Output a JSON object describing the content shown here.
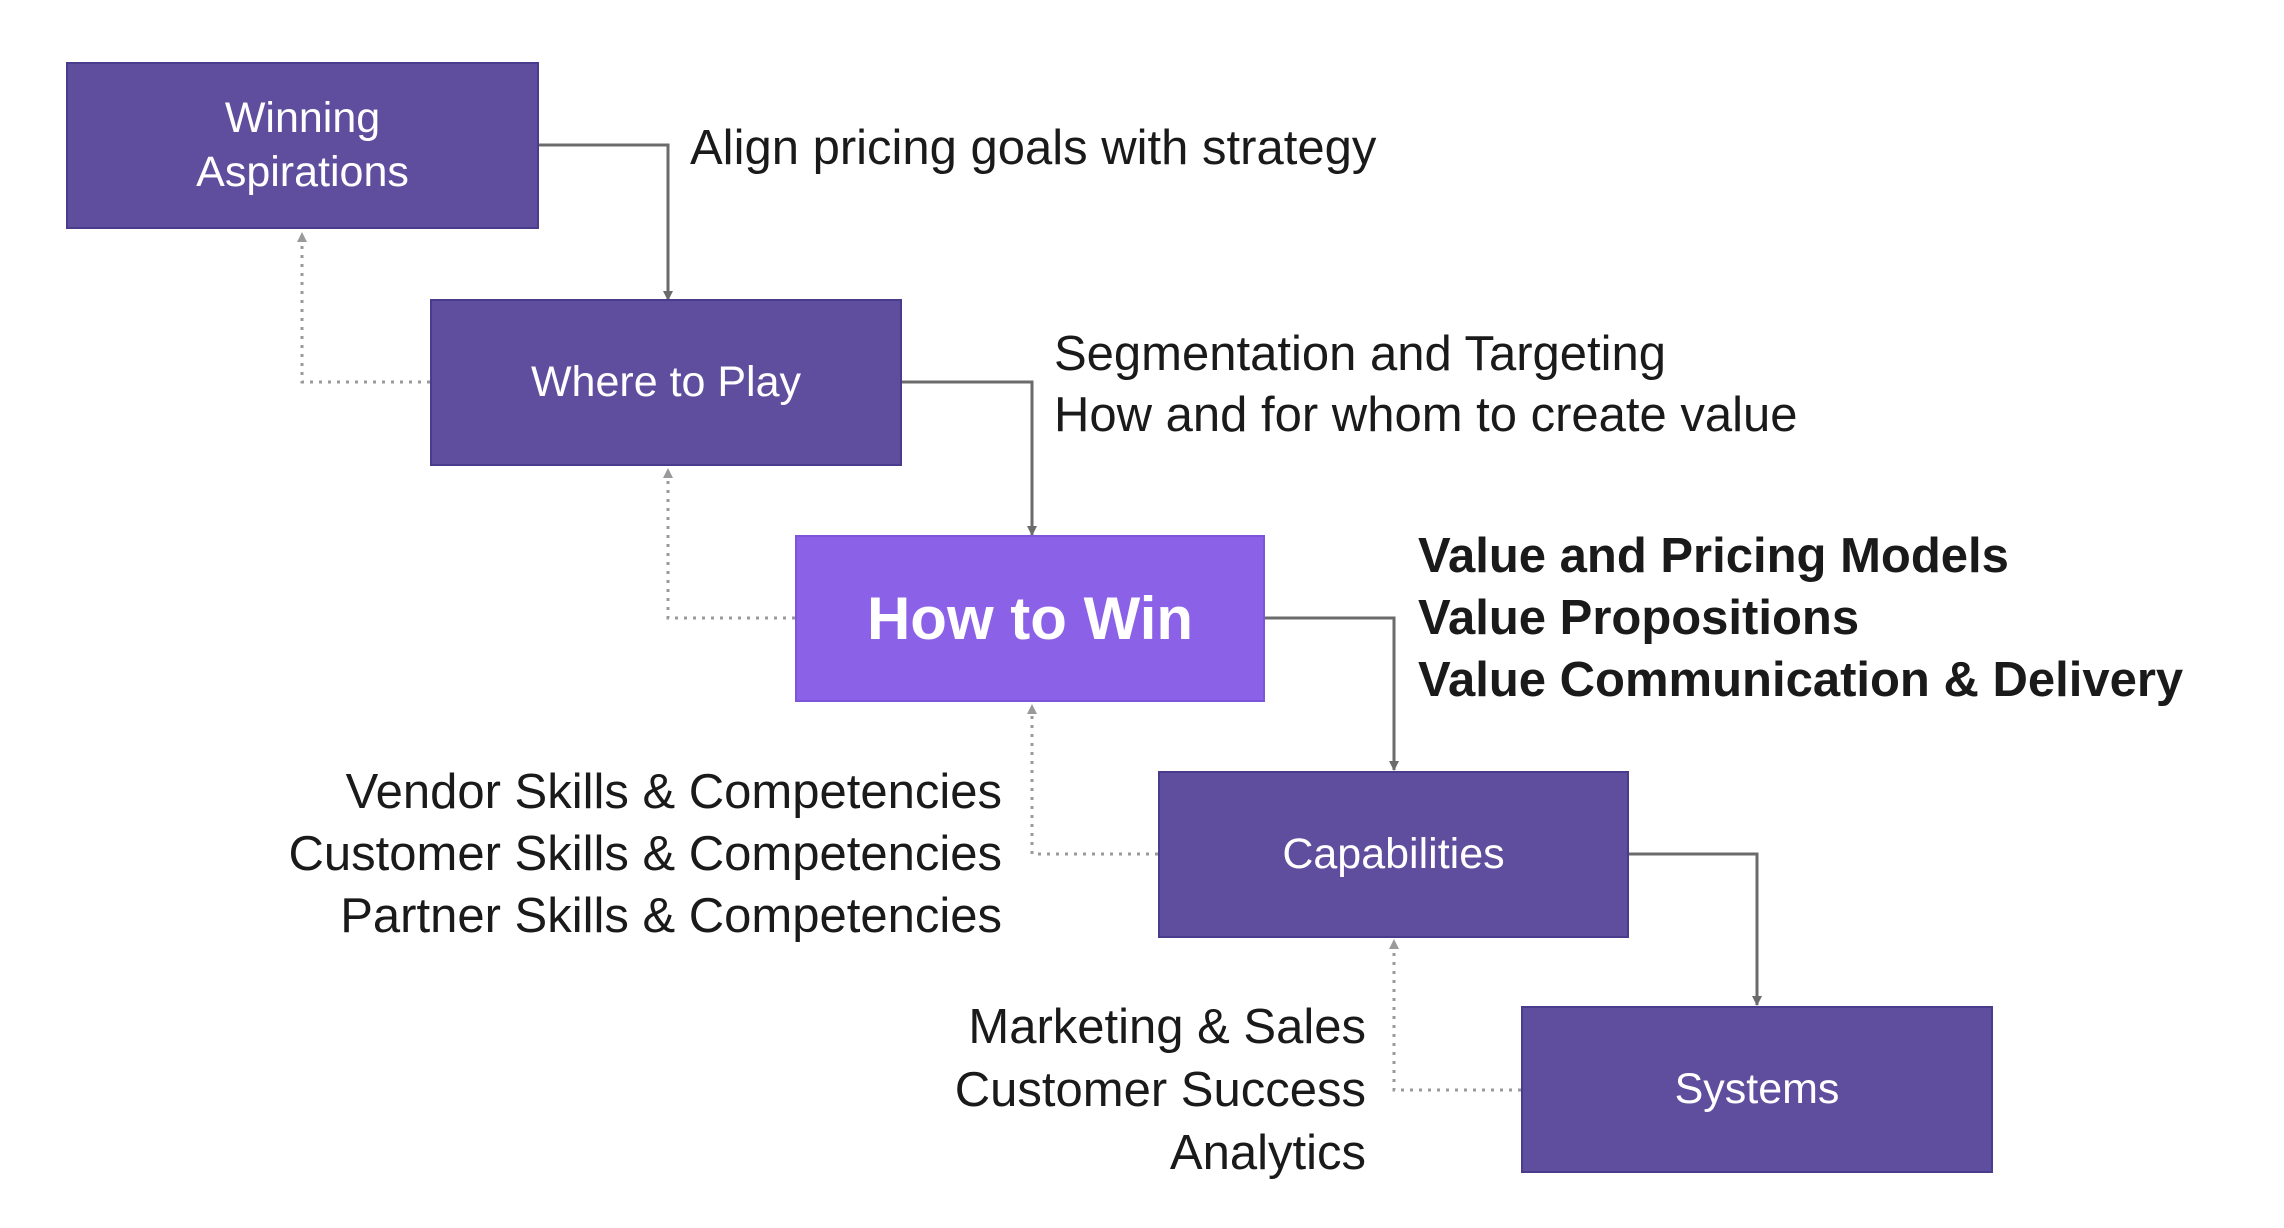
{
  "colors": {
    "box": "#5f4e9e",
    "focus_box": "#8b61e8",
    "arrow": "#6b6b6b",
    "feedback": "#9a9a9a"
  },
  "boxes": [
    {
      "id": "winning-aspirations",
      "lines": [
        "Winning",
        "Aspirations"
      ]
    },
    {
      "id": "where-to-play",
      "lines": [
        "Where to Play"
      ]
    },
    {
      "id": "how-to-win",
      "lines": [
        "How to Win"
      ]
    },
    {
      "id": "capabilities",
      "lines": [
        "Capabilities"
      ]
    },
    {
      "id": "systems",
      "lines": [
        "Systems"
      ]
    }
  ],
  "notes": {
    "aspirations": [
      "Align pricing goals with strategy"
    ],
    "play": [
      "Segmentation and Targeting",
      "How and for whom to create value"
    ],
    "win": [
      "Value and Pricing Models",
      "Value Propositions",
      "Value Communication & Delivery"
    ],
    "capabilities": [
      "Vendor Skills & Competencies",
      "Customer Skills & Competencies",
      "Partner Skills & Competencies"
    ],
    "systems": [
      "Marketing & Sales",
      "Customer Success",
      "Analytics"
    ]
  }
}
